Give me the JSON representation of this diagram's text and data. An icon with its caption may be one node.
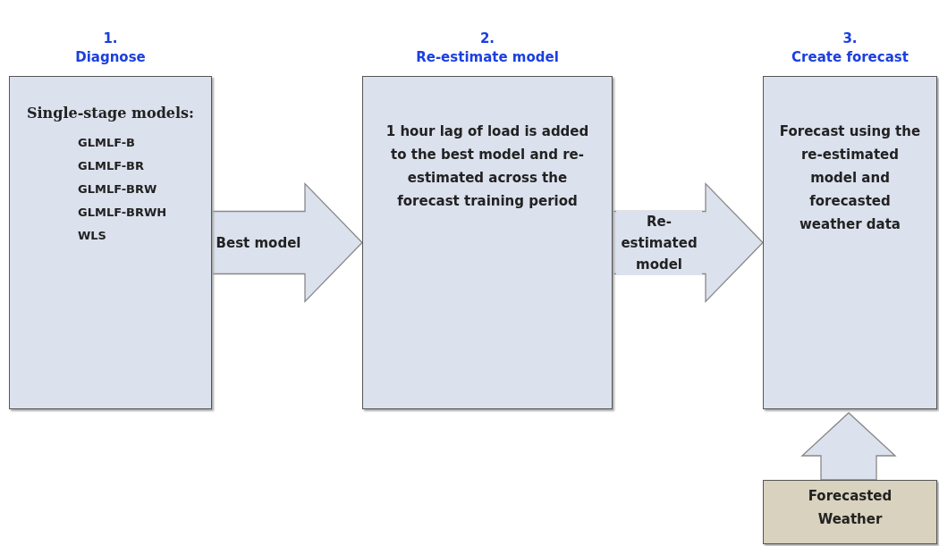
{
  "diagram": {
    "nodes": [
      {
        "text": [
          "1.",
          "Diagnose",
          "Single-stage models:",
          "GLMLF-B",
          "GLMLF-BR",
          "GLMLF-BRW",
          "GLMLF-BRWH",
          "WLS"
        ]
      },
      {
        "text": [
          "2.",
          "Re-estimate model",
          "1 hour lag of load is added to the best model and re-estimated across the forecast training period"
        ]
      },
      {
        "text": [
          "3.",
          "Create forecast",
          "Forecast using the re-estimated model and forecasted weather data"
        ]
      },
      {
        "text": [
          "Forecasted Weather"
        ]
      }
    ],
    "edges": [
      {
        "from": 0,
        "to": 1,
        "arrow": "to",
        "label": "Best model"
      },
      {
        "from": 1,
        "to": 2,
        "arrow": "to",
        "label": "Re-estimated model"
      },
      {
        "from": 3,
        "to": 2,
        "arrow": "to"
      }
    ]
  }
}
